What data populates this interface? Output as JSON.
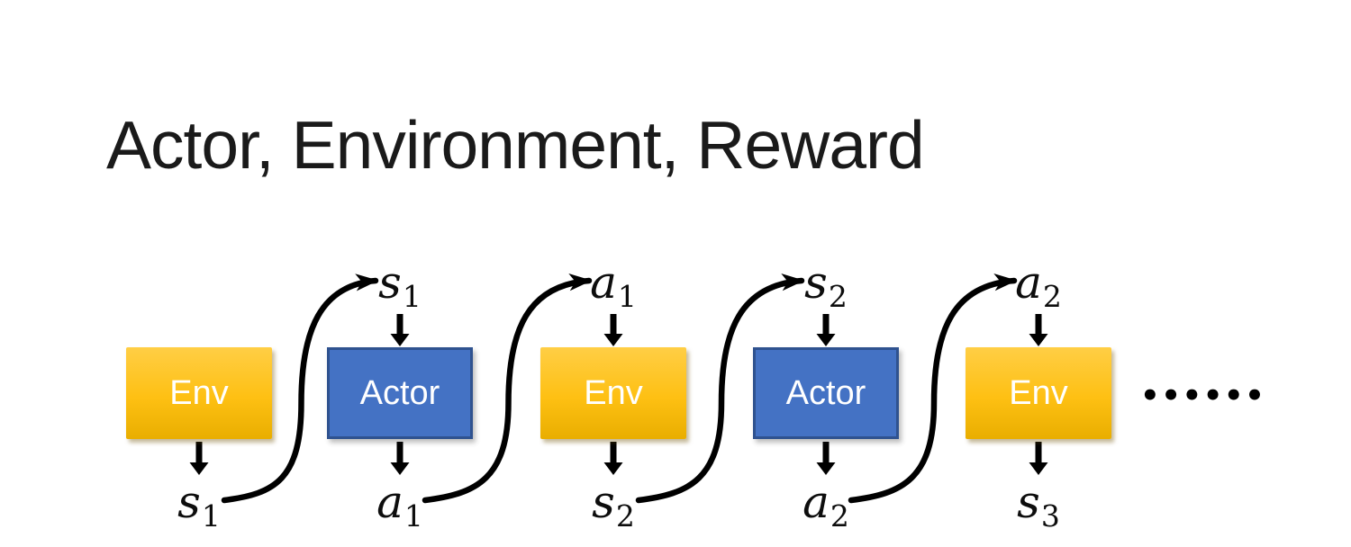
{
  "slide": {
    "title": "Actor, Environment, Reward"
  },
  "diagram": {
    "nodes": [
      {
        "label": "Env",
        "kind": "env"
      },
      {
        "label": "Actor",
        "kind": "actor"
      },
      {
        "label": "Env",
        "kind": "env"
      },
      {
        "label": "Actor",
        "kind": "actor"
      },
      {
        "label": "Env",
        "kind": "env"
      }
    ],
    "top_labels": [
      null,
      {
        "base": "s",
        "sub": "1"
      },
      {
        "base": "a",
        "sub": "1"
      },
      {
        "base": "s",
        "sub": "2"
      },
      {
        "base": "a",
        "sub": "2"
      }
    ],
    "bottom_labels": [
      {
        "base": "s",
        "sub": "1"
      },
      {
        "base": "a",
        "sub": "1"
      },
      {
        "base": "s",
        "sub": "2"
      },
      {
        "base": "a",
        "sub": "2"
      },
      {
        "base": "s",
        "sub": "3"
      }
    ],
    "connectors": [
      {
        "label": "s1",
        "from_node": 0,
        "to_node": 1
      },
      {
        "label": "a1",
        "from_node": 1,
        "to_node": 2
      },
      {
        "label": "s2",
        "from_node": 2,
        "to_node": 3
      },
      {
        "label": "a2",
        "from_node": 3,
        "to_node": 4
      }
    ],
    "ellipsis": "••••••",
    "colors": {
      "env_gradient_top": "#FFCE45",
      "env_gradient_mid": "#FEC013",
      "env_gradient_bottom": "#E9AE00",
      "actor_fill": "#4472C4",
      "actor_border": "#2F528F",
      "arrow": "#000000",
      "box_text": "#FFFFFF",
      "title_text": "#1A1A1A"
    }
  }
}
